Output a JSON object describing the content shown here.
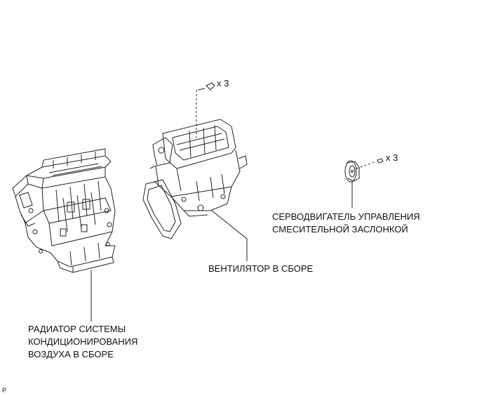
{
  "labels": {
    "radiator": [
      "РАДИАТОР СИСТЕМЫ",
      "КОНДИЦИОНИРОВАНИЯ",
      "ВОЗДУХА В СБОРЕ"
    ],
    "blower": [
      "ВЕНТИЛЯТОР В СБОРЕ"
    ],
    "servo": [
      "СЕРВОДВИГАТЕЛЬ УПРАВЛЕНИЯ",
      "СМЕСИТЕЛЬНОЙ ЗАСЛОНКОЙ"
    ]
  },
  "fastener_counts": {
    "blower_screws": "x 3",
    "servo_screws": "x 3"
  },
  "corner_mark": "P"
}
